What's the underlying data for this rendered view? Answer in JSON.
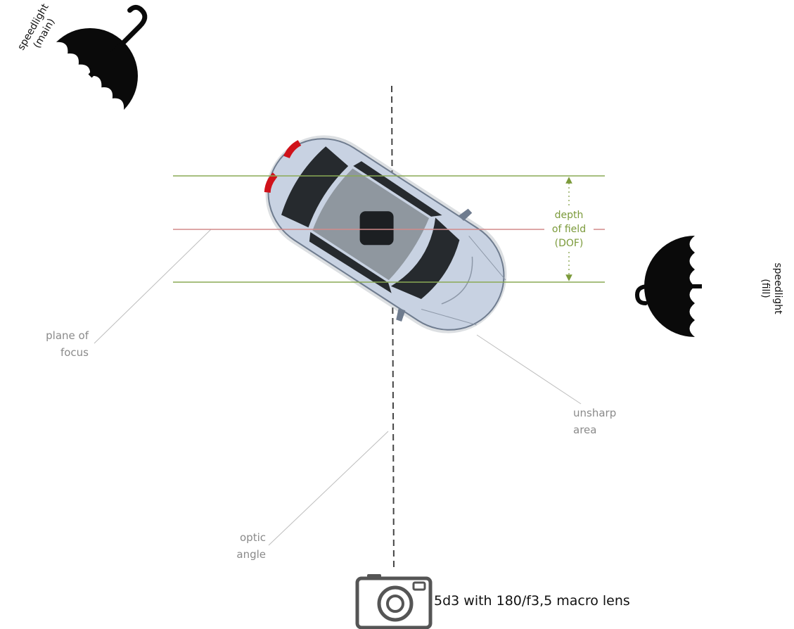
{
  "labels": {
    "speedlight_main": {
      "line1": "speedlight",
      "line2": "(main)"
    },
    "speedlight_fill": {
      "line1": "speedlight",
      "line2": "(fill)"
    },
    "depth_of_field": {
      "line1": "depth",
      "line2": "of field",
      "line3": "(DOF)"
    },
    "plane_of_focus": {
      "line1": "plane of",
      "line2": "focus"
    },
    "unsharp_area": {
      "line1": "unsharp",
      "line2": "area"
    },
    "optic_angle": {
      "line1": "optic",
      "line2": "angle"
    },
    "camera": "5d3 with 180/f3,5 macro lens"
  },
  "icons": [
    "umbrella-icon",
    "umbrella-icon",
    "car-icon",
    "camera-icon"
  ],
  "colors": {
    "dof_line": "#8aaa55",
    "focus_line": "#d28a8a",
    "dof_text": "#7b9a3a",
    "annotation_text": "#8a8a8a",
    "leader_line": "#b5b5b5",
    "car_body": "#c6d0e0",
    "car_glass": "#262a2e",
    "car_roof": "#8f979f",
    "tail_light": "#d0121a"
  }
}
